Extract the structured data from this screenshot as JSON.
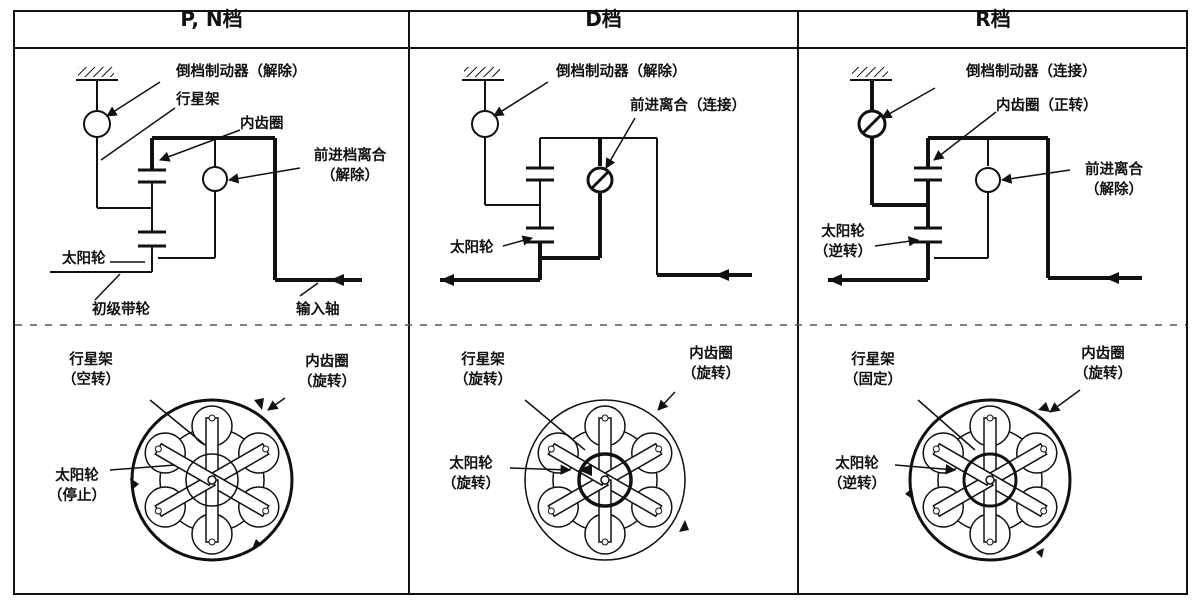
{
  "headers": [
    "P, N档",
    "D档",
    "R档"
  ],
  "pn": {
    "reverse_brake": "倒档制动器（解除）",
    "carrier": "行星架",
    "ring": "内齿圈",
    "fwd_clutch_1": "前进档离合",
    "fwd_clutch_2": "（解除）",
    "sun": "太阳轮",
    "primary_pulley": "初级带轮",
    "input_shaft": "输入轴",
    "carrier_state_1": "行星架",
    "carrier_state_2": "（空转）",
    "ring_state_1": "内齿圈",
    "ring_state_2": "（旋转）",
    "sun_state_1": "太阳轮",
    "sun_state_2": "（停止）"
  },
  "d": {
    "reverse_brake": "倒档制动器（解除）",
    "fwd_clutch": "前进离合（连接）",
    "sun": "太阳轮",
    "carrier_state_1": "行星架",
    "carrier_state_2": "（旋转）",
    "ring_state_1": "内齿圈",
    "ring_state_2": "（旋转）",
    "sun_state_1": "太阳轮",
    "sun_state_2": "（旋转）"
  },
  "r": {
    "reverse_brake": "倒档制动器（连接）",
    "ring": "内齿圈（正转）",
    "fwd_clutch_1": "前进离合",
    "fwd_clutch_2": "（解除）",
    "sun_1": "太阳轮",
    "sun_2": "（逆转）",
    "carrier_state_1": "行星架",
    "carrier_state_2": "（固定）",
    "ring_state_1": "内齿圈",
    "ring_state_2": "（旋转）",
    "sun_state_1": "太阳轮",
    "sun_state_2": "（逆转）"
  }
}
